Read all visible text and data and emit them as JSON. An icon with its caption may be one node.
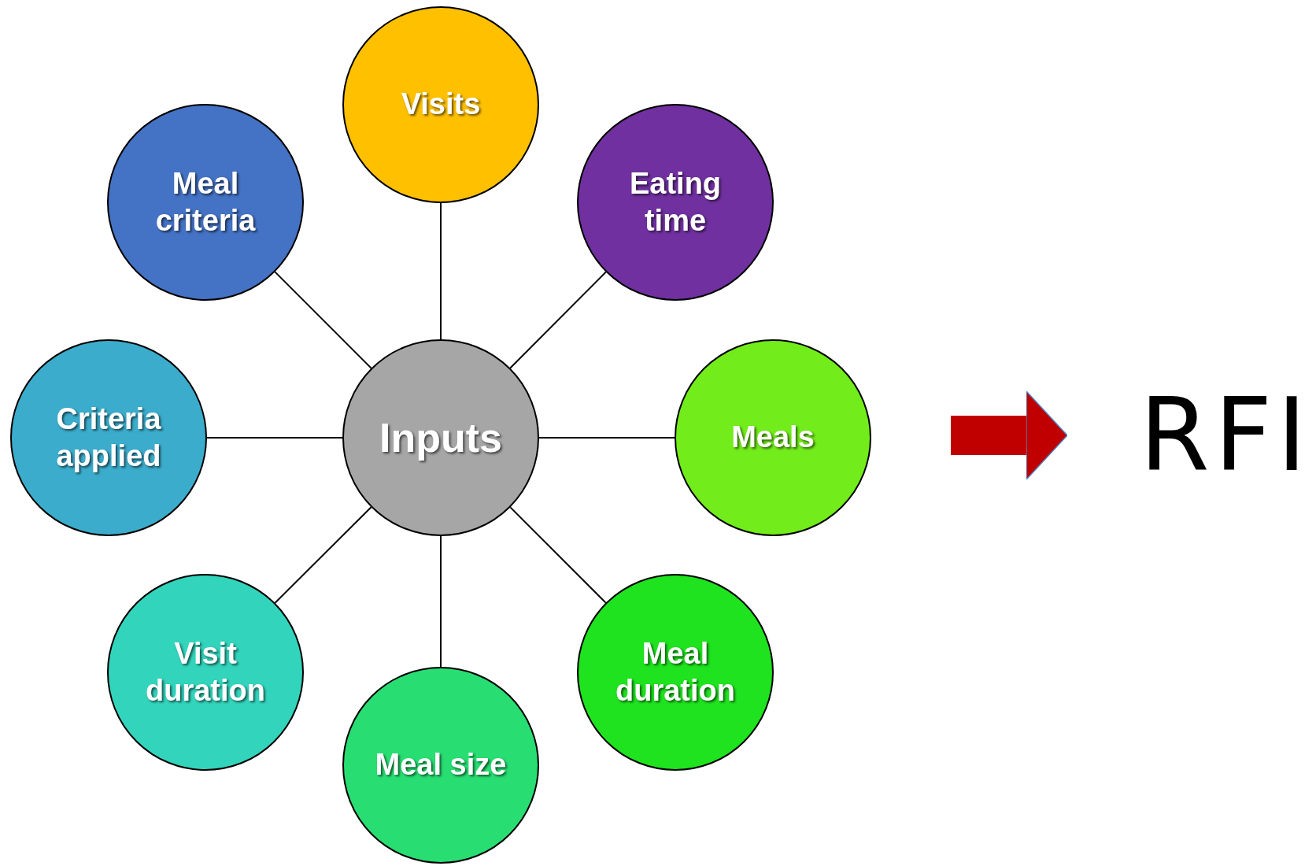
{
  "diagram": {
    "nodes": [
      {
        "text": [
          "Inputs"
        ]
      },
      {
        "text": [
          "Visits"
        ]
      },
      {
        "text": [
          "Eating time"
        ]
      },
      {
        "text": [
          "Meals"
        ]
      },
      {
        "text": [
          "Meal duration"
        ]
      },
      {
        "text": [
          "Meal size"
        ]
      },
      {
        "text": [
          "Visit duration"
        ]
      },
      {
        "text": [
          "Criteria applied"
        ]
      },
      {
        "text": [
          "Meal criteria"
        ]
      },
      {
        "text": [
          "RFI"
        ]
      }
    ],
    "edges": [
      {
        "from": 0,
        "to": 1,
        "arrow": "none"
      },
      {
        "from": 0,
        "to": 2,
        "arrow": "none"
      },
      {
        "from": 0,
        "to": 3,
        "arrow": "none"
      },
      {
        "from": 0,
        "to": 4,
        "arrow": "none"
      },
      {
        "from": 0,
        "to": 5,
        "arrow": "none"
      },
      {
        "from": 0,
        "to": 6,
        "arrow": "none"
      },
      {
        "from": 0,
        "to": 7,
        "arrow": "none"
      },
      {
        "from": 0,
        "to": 8,
        "arrow": "none"
      },
      {
        "from": null,
        "to": 9,
        "arrow": "to",
        "style": "thick",
        "color": "#c00000"
      }
    ]
  }
}
